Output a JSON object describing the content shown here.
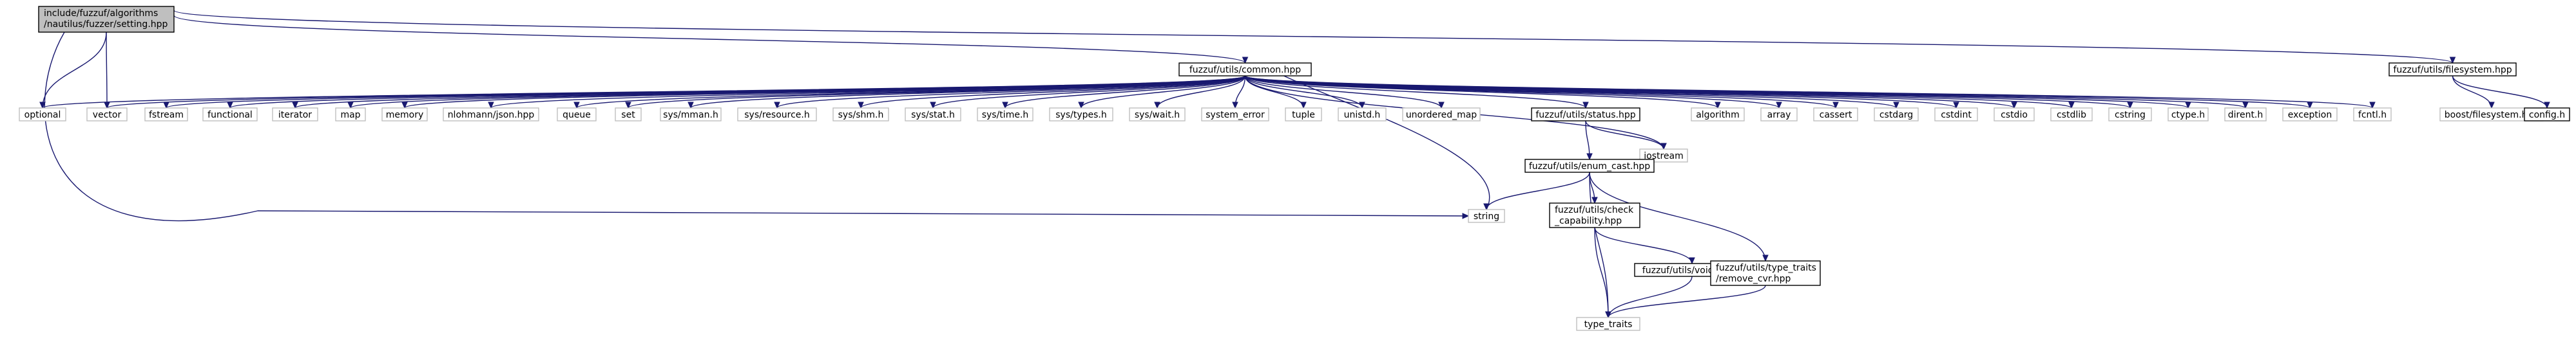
{
  "diagram": {
    "nodes": [
      {
        "id": "setting",
        "lines": [
          "include/fuzzuf/algorithms",
          "/nautilus/fuzzer/setting.hpp"
        ],
        "kind": "root"
      },
      {
        "id": "common",
        "lines": [
          "fuzzuf/utils/common.hpp"
        ],
        "kind": "local"
      },
      {
        "id": "filesystem",
        "lines": [
          "fuzzuf/utils/filesystem.hpp"
        ],
        "kind": "local"
      },
      {
        "id": "optional",
        "lines": [
          "optional"
        ],
        "kind": "system"
      },
      {
        "id": "vector",
        "lines": [
          "vector"
        ],
        "kind": "system"
      },
      {
        "id": "fstream",
        "lines": [
          "fstream"
        ],
        "kind": "system"
      },
      {
        "id": "functional",
        "lines": [
          "functional"
        ],
        "kind": "system"
      },
      {
        "id": "iterator",
        "lines": [
          "iterator"
        ],
        "kind": "system"
      },
      {
        "id": "map",
        "lines": [
          "map"
        ],
        "kind": "system"
      },
      {
        "id": "memory",
        "lines": [
          "memory"
        ],
        "kind": "system"
      },
      {
        "id": "json",
        "lines": [
          "nlohmann/json.hpp"
        ],
        "kind": "system"
      },
      {
        "id": "queue",
        "lines": [
          "queue"
        ],
        "kind": "system"
      },
      {
        "id": "set",
        "lines": [
          "set"
        ],
        "kind": "system"
      },
      {
        "id": "mman",
        "lines": [
          "sys/mman.h"
        ],
        "kind": "system"
      },
      {
        "id": "resource",
        "lines": [
          "sys/resource.h"
        ],
        "kind": "system"
      },
      {
        "id": "shm",
        "lines": [
          "sys/shm.h"
        ],
        "kind": "system"
      },
      {
        "id": "stat",
        "lines": [
          "sys/stat.h"
        ],
        "kind": "system"
      },
      {
        "id": "time",
        "lines": [
          "sys/time.h"
        ],
        "kind": "system"
      },
      {
        "id": "types",
        "lines": [
          "sys/types.h"
        ],
        "kind": "system"
      },
      {
        "id": "wait",
        "lines": [
          "sys/wait.h"
        ],
        "kind": "system"
      },
      {
        "id": "system_error",
        "lines": [
          "system_error"
        ],
        "kind": "system"
      },
      {
        "id": "tuple",
        "lines": [
          "tuple"
        ],
        "kind": "system"
      },
      {
        "id": "unistd",
        "lines": [
          "unistd.h"
        ],
        "kind": "system"
      },
      {
        "id": "unordered_map",
        "lines": [
          "unordered_map"
        ],
        "kind": "system"
      },
      {
        "id": "status",
        "lines": [
          "fuzzuf/utils/status.hpp"
        ],
        "kind": "local"
      },
      {
        "id": "algorithm",
        "lines": [
          "algorithm"
        ],
        "kind": "system"
      },
      {
        "id": "array",
        "lines": [
          "array"
        ],
        "kind": "system"
      },
      {
        "id": "cassert",
        "lines": [
          "cassert"
        ],
        "kind": "system"
      },
      {
        "id": "cstdarg",
        "lines": [
          "cstdarg"
        ],
        "kind": "system"
      },
      {
        "id": "cstdint",
        "lines": [
          "cstdint"
        ],
        "kind": "system"
      },
      {
        "id": "cstdio",
        "lines": [
          "cstdio"
        ],
        "kind": "system"
      },
      {
        "id": "cstdlib",
        "lines": [
          "cstdlib"
        ],
        "kind": "system"
      },
      {
        "id": "cstring",
        "lines": [
          "cstring"
        ],
        "kind": "system"
      },
      {
        "id": "ctype",
        "lines": [
          "ctype.h"
        ],
        "kind": "system"
      },
      {
        "id": "dirent",
        "lines": [
          "dirent.h"
        ],
        "kind": "system"
      },
      {
        "id": "exception",
        "lines": [
          "exception"
        ],
        "kind": "system"
      },
      {
        "id": "fcntl",
        "lines": [
          "fcntl.h"
        ],
        "kind": "system"
      },
      {
        "id": "boost_fs",
        "lines": [
          "boost/filesystem.hpp"
        ],
        "kind": "system"
      },
      {
        "id": "config",
        "lines": [
          "config.h"
        ],
        "kind": "local"
      },
      {
        "id": "iostream",
        "lines": [
          "iostream"
        ],
        "kind": "system"
      },
      {
        "id": "enum_cast",
        "lines": [
          "fuzzuf/utils/enum_cast.hpp"
        ],
        "kind": "local"
      },
      {
        "id": "string",
        "lines": [
          "string"
        ],
        "kind": "system"
      },
      {
        "id": "check_cap",
        "lines": [
          "fuzzuf/utils/check",
          "_capability.hpp"
        ],
        "kind": "local"
      },
      {
        "id": "void_t",
        "lines": [
          "fuzzuf/utils/void_t.hpp"
        ],
        "kind": "local"
      },
      {
        "id": "remove_cvr",
        "lines": [
          "fuzzuf/utils/type_traits",
          "/remove_cvr.hpp"
        ],
        "kind": "local"
      },
      {
        "id": "type_traits",
        "lines": [
          "type_traits"
        ],
        "kind": "system"
      }
    ],
    "edges": [
      [
        "setting",
        "common"
      ],
      [
        "setting",
        "filesystem"
      ],
      [
        "setting",
        "optional"
      ],
      [
        "setting",
        "vector"
      ],
      [
        "setting",
        "string"
      ],
      [
        "common",
        "optional"
      ],
      [
        "common",
        "vector"
      ],
      [
        "common",
        "fstream"
      ],
      [
        "common",
        "functional"
      ],
      [
        "common",
        "iterator"
      ],
      [
        "common",
        "map"
      ],
      [
        "common",
        "memory"
      ],
      [
        "common",
        "json"
      ],
      [
        "common",
        "queue"
      ],
      [
        "common",
        "set"
      ],
      [
        "common",
        "mman"
      ],
      [
        "common",
        "resource"
      ],
      [
        "common",
        "shm"
      ],
      [
        "common",
        "stat"
      ],
      [
        "common",
        "time"
      ],
      [
        "common",
        "types"
      ],
      [
        "common",
        "wait"
      ],
      [
        "common",
        "system_error"
      ],
      [
        "common",
        "tuple"
      ],
      [
        "common",
        "unistd"
      ],
      [
        "common",
        "unordered_map"
      ],
      [
        "common",
        "status"
      ],
      [
        "common",
        "algorithm"
      ],
      [
        "common",
        "array"
      ],
      [
        "common",
        "cassert"
      ],
      [
        "common",
        "cstdarg"
      ],
      [
        "common",
        "cstdint"
      ],
      [
        "common",
        "cstdio"
      ],
      [
        "common",
        "cstdlib"
      ],
      [
        "common",
        "cstring"
      ],
      [
        "common",
        "ctype"
      ],
      [
        "common",
        "dirent"
      ],
      [
        "common",
        "exception"
      ],
      [
        "common",
        "fcntl"
      ],
      [
        "common",
        "string"
      ],
      [
        "common",
        "iostream"
      ],
      [
        "filesystem",
        "boost_fs"
      ],
      [
        "filesystem",
        "config"
      ],
      [
        "status",
        "iostream"
      ],
      [
        "status",
        "enum_cast"
      ],
      [
        "enum_cast",
        "string"
      ],
      [
        "enum_cast",
        "check_cap"
      ],
      [
        "enum_cast",
        "remove_cvr"
      ],
      [
        "enum_cast",
        "type_traits"
      ],
      [
        "check_cap",
        "void_t"
      ],
      [
        "check_cap",
        "type_traits"
      ],
      [
        "void_t",
        "type_traits"
      ],
      [
        "remove_cvr",
        "type_traits"
      ]
    ]
  }
}
